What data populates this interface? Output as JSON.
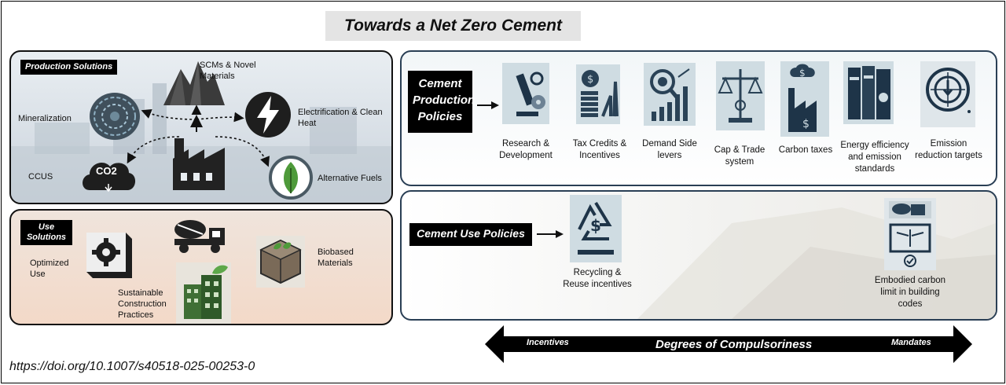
{
  "title": "Towards a Net Zero Cement",
  "production_solutions": {
    "tag": "Production Solutions",
    "scms_label": "SCMs & Novel Materials",
    "mineralization_label": "Mineralization",
    "electrification_label": "Electrification & Clean Heat",
    "ccus_label": "CCUS",
    "co2_text": "CO2",
    "alt_fuels_label": "Alternative Fuels"
  },
  "use_solutions": {
    "tag": "Use Solutions",
    "optimized_label": "Optimized Use",
    "sustainable_label": "Sustainable Construction Practices",
    "biobased_label": "Biobased Materials"
  },
  "cement_production_policies": {
    "tag": "Cement Production Policies",
    "items": [
      {
        "label": "Research & Development",
        "icon": "microscope-icon"
      },
      {
        "label": "Tax Credits & Incentives",
        "icon": "coins-icon"
      },
      {
        "label": "Demand Side levers",
        "icon": "magnifier-chart-icon"
      },
      {
        "label": "Cap & Trade system",
        "icon": "scale-icon"
      },
      {
        "label": "Carbon taxes",
        "icon": "factory-dollar-icon"
      },
      {
        "label": "Energy efficiency and emission standards",
        "icon": "binders-icon"
      },
      {
        "label": "Emission reduction targets",
        "icon": "globe-target-icon"
      }
    ]
  },
  "cement_use_policies": {
    "tag": "Cement Use Policies",
    "items": [
      {
        "label": "Recycling & Reuse incentives",
        "icon": "recycle-dollar-icon"
      },
      {
        "label": "Embodied carbon limit in building codes",
        "icon": "building-code-icon"
      }
    ]
  },
  "compulsoriness_axis": {
    "center_label": "Degrees of Compulsoriness",
    "left_label": "Incentives",
    "right_label": "Mandates"
  },
  "doi": "https://doi.org/10.1007/s40518-025-00253-0"
}
